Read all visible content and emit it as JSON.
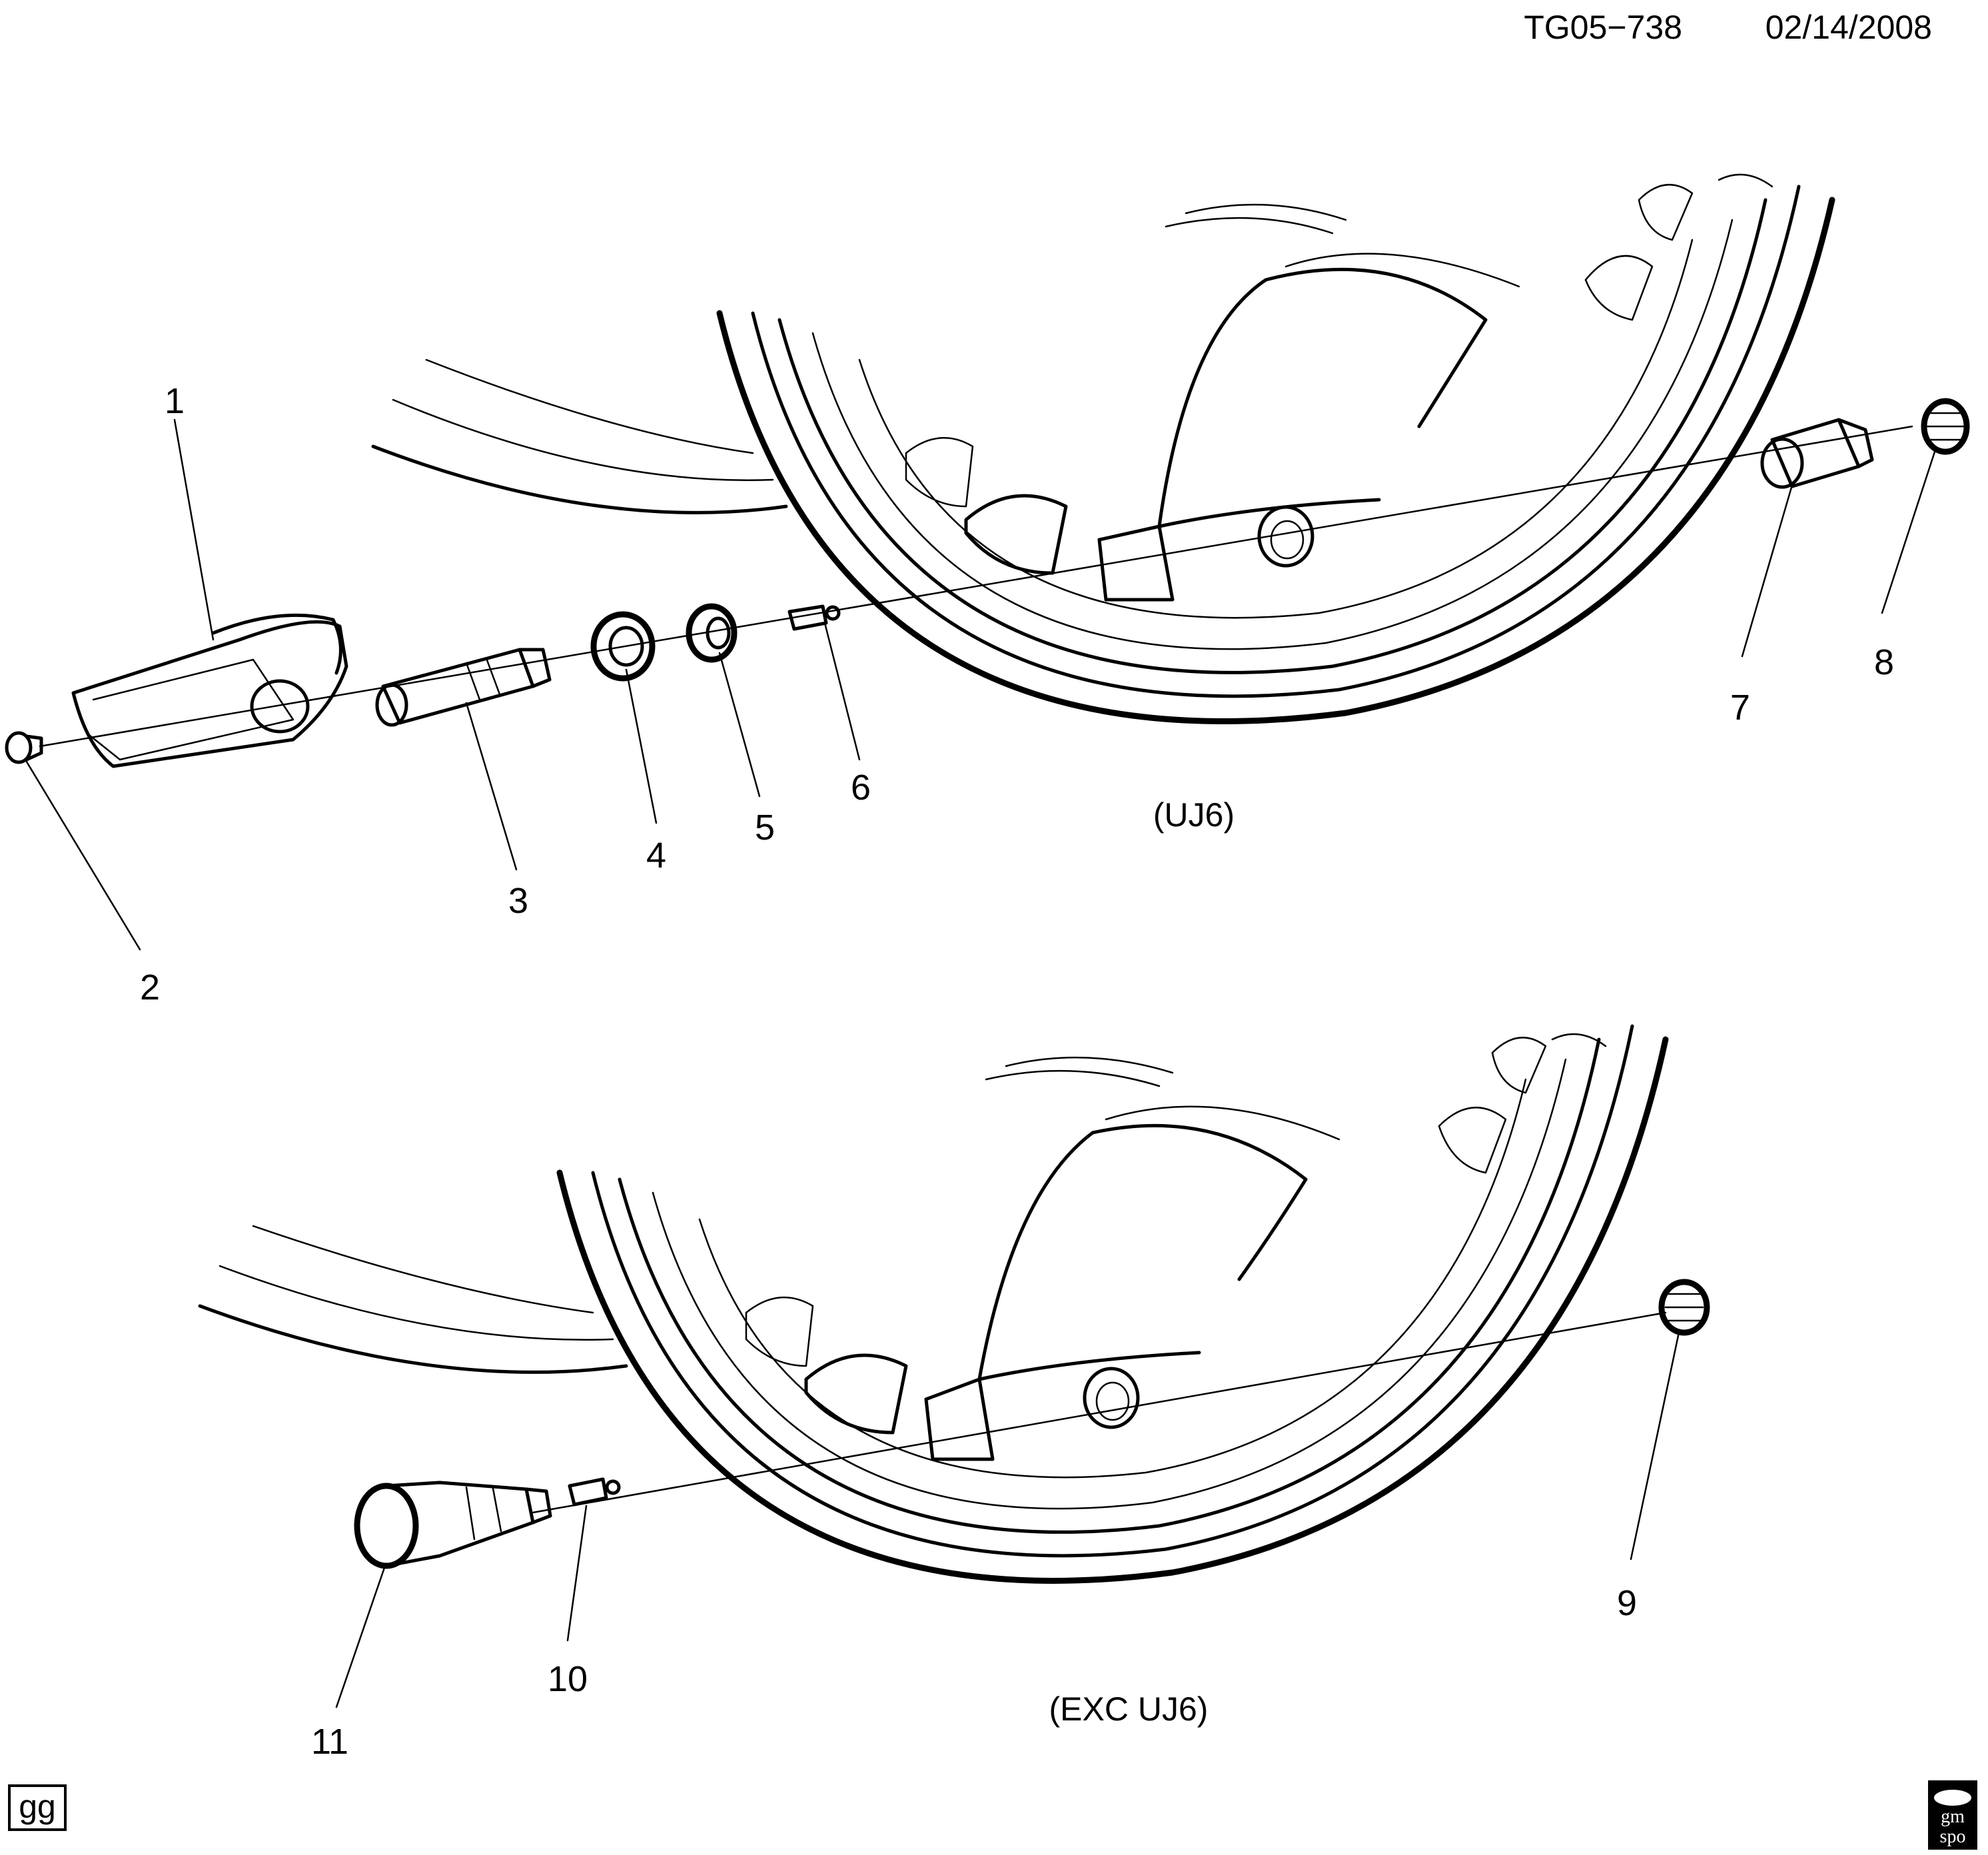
{
  "header": {
    "diagram_id": "TG05−738",
    "date": "02/14/2008"
  },
  "sections": {
    "upper": {
      "caption": "(UJ6)"
    },
    "lower": {
      "caption": "(EXC UJ6)"
    }
  },
  "callouts": [
    "1",
    "2",
    "3",
    "4",
    "5",
    "6",
    "7",
    "8",
    "9",
    "10",
    "11"
  ],
  "badges": {
    "illustrator": "gg",
    "logo_top": "gm",
    "logo_bottom": "spo"
  },
  "colors": {
    "ink": "#000000",
    "paper": "#ffffff"
  },
  "icons": [
    "tire-pressure-sensor-icon",
    "sensor-screw-icon",
    "valve-stem-icon",
    "seal-washer-icon",
    "grommet-icon",
    "valve-core-icon",
    "valve-nut-icon",
    "valve-cap-icon",
    "wheel-rim-icon",
    "gmspo-logo-icon"
  ]
}
